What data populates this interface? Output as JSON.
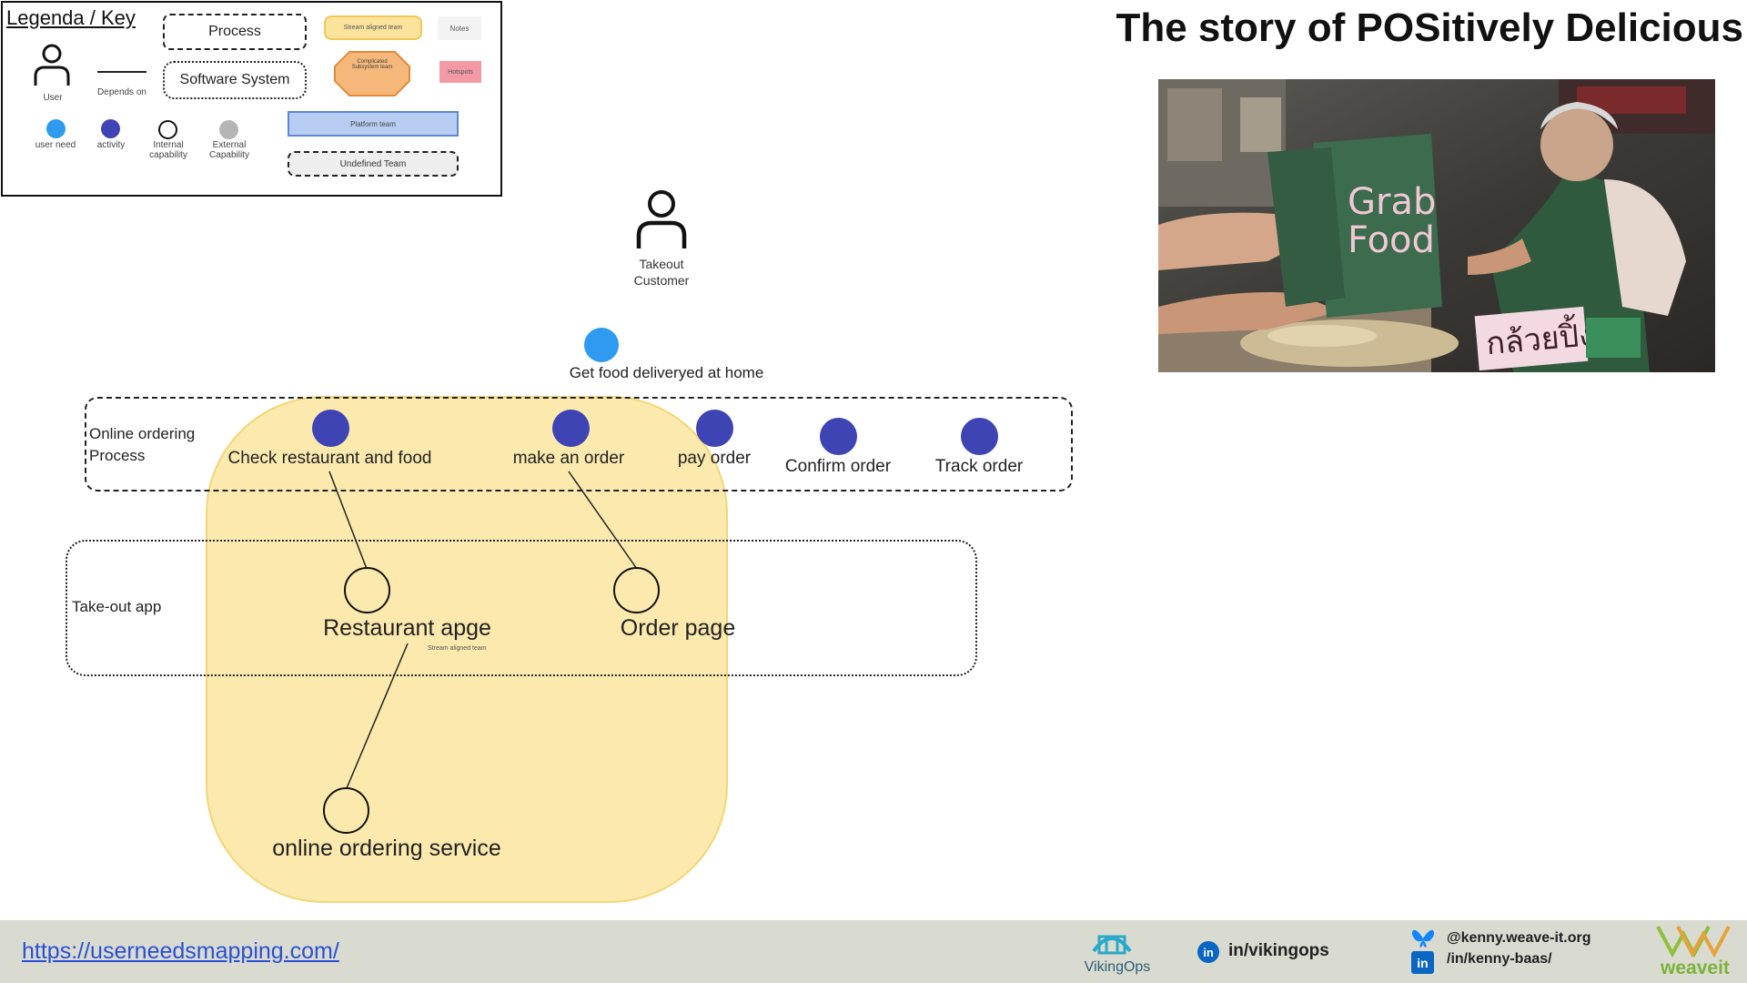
{
  "title": "The story of POSitively Delicious",
  "legend": {
    "title": "Legenda / Key",
    "user": "User",
    "depends_on": "Depends on",
    "process": "Process",
    "software_system": "Software System",
    "stream_aligned_team": "Stream aligned team",
    "complicated_subsystem": "Complicated Subsystem team",
    "notes": "Notes",
    "hotspots": "Hotspots",
    "user_need": "user need",
    "activity": "activity",
    "internal_capability": "Internal capability",
    "external_capability": "External Capability",
    "platform_team": "Platform team",
    "undefined_team": "Undefined Team"
  },
  "actor": {
    "label_line1": "Takeout",
    "label_line2": "Customer"
  },
  "user_need": {
    "label": "Get food deliveryed at home"
  },
  "process": {
    "label_line1": "Online ordering",
    "label_line2": "Process",
    "activities": [
      "Check restaurant and food",
      "make an order",
      "pay order",
      "Confirm order",
      "Track order"
    ]
  },
  "system": {
    "label": "Take-out app",
    "capabilities": [
      "Restaurant apge",
      "Order page"
    ],
    "team_note": "Stream aligned team"
  },
  "service": {
    "label": "online ordering service"
  },
  "photo": {
    "bag_text_1": "Grab",
    "bag_text_2": "Food",
    "sign_text": "กล้วยปิ้ง"
  },
  "footer": {
    "url": "https://userneedsmapping.com/",
    "vikingops": "VikingOps",
    "linkedin_viking": "in/vikingops",
    "bluesky": "@kenny.weave-it.org",
    "linkedin_kenny": "/in/kenny-baas/",
    "weaveit": "weaveit"
  },
  "colors": {
    "user_need": "#2f9bf0",
    "activity": "#3f44b4",
    "team_fill": "#fbe8a8",
    "footer_bg": "#d9dbd0",
    "link": "#2a4fd6"
  }
}
